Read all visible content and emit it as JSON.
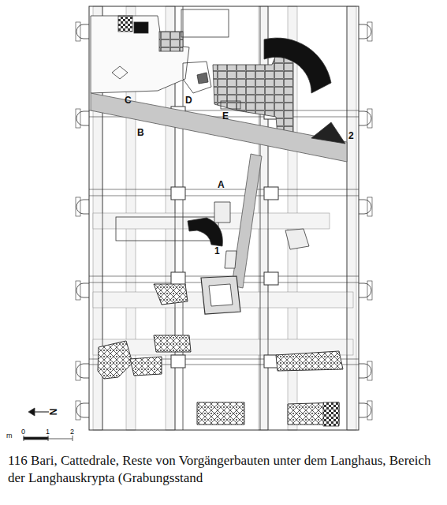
{
  "diagram": {
    "caption": "116 Bari, Cattedrale, Reste von Vorgängerbauten unter dem Langhaus, Bereich der Langhauskrypta (Grabungsstand",
    "labels": [
      "C",
      "B",
      "D",
      "E",
      "A",
      "1",
      "2",
      "m",
      "0",
      "1",
      "2",
      "N"
    ]
  }
}
